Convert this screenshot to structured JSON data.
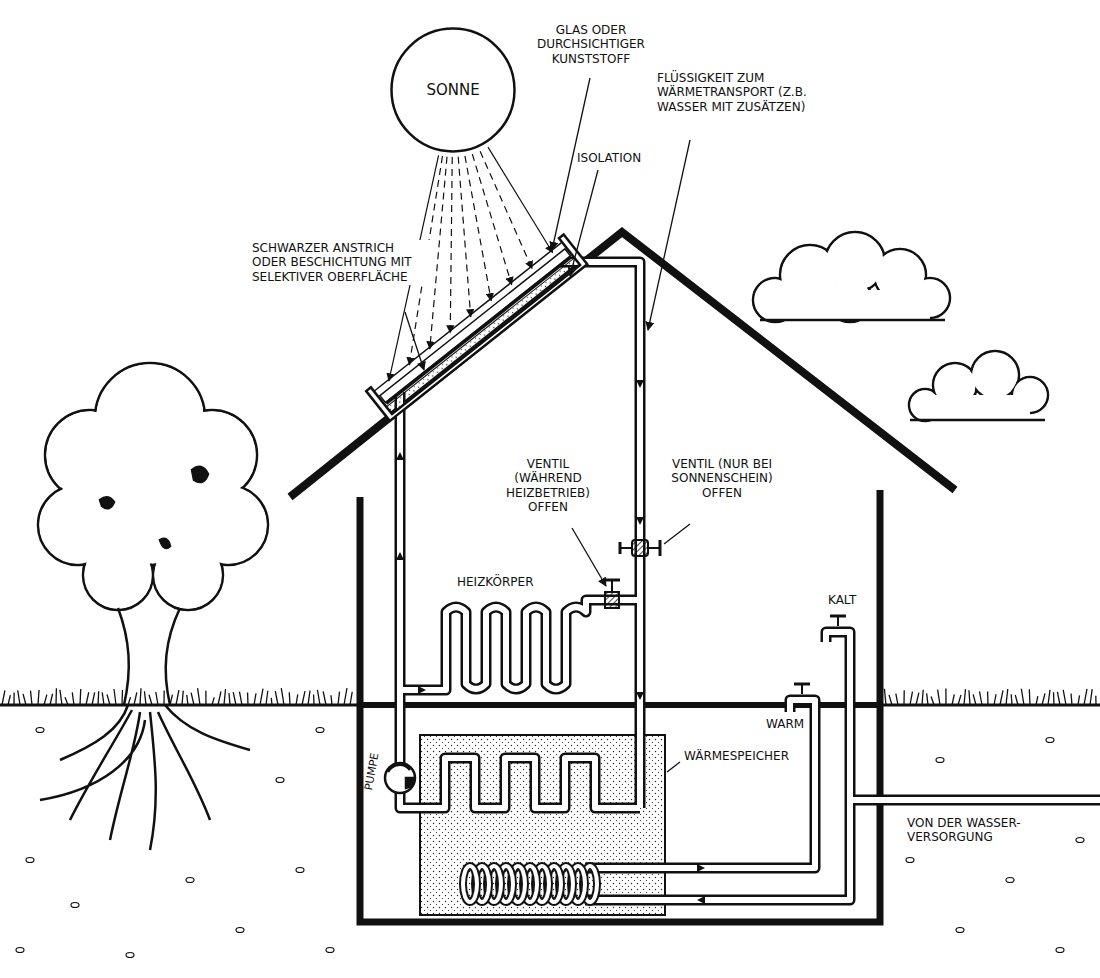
{
  "diagram": {
    "nodes": [
      {
        "text": [
          "SONNE"
        ]
      }
    ],
    "labels": [
      "GLAS ODER DURCHSICHTIGER KUNSTSTOFF",
      "FLÜSSIGKEIT ZUM WÄRMETRANSPORT (Z.B. WASSER MIT ZUSÄTZEN)",
      "ISOLATION",
      "SCHWARZER ANSTRICH ODER BESCHICHTUNG MIT SELEKTIVER OBERFLÄCHE",
      "VENTIL (WÄHREND HEIZBETRIEB) OFFEN",
      "VENTIL (NUR BEI SONNENSCHEIN) OFFEN",
      "KALT",
      "HEIZKÖRPER",
      "WARM",
      "PUMPE",
      "WÄRMESPEICHER",
      "VON DER WASSER- VERSORGUNG"
    ]
  }
}
